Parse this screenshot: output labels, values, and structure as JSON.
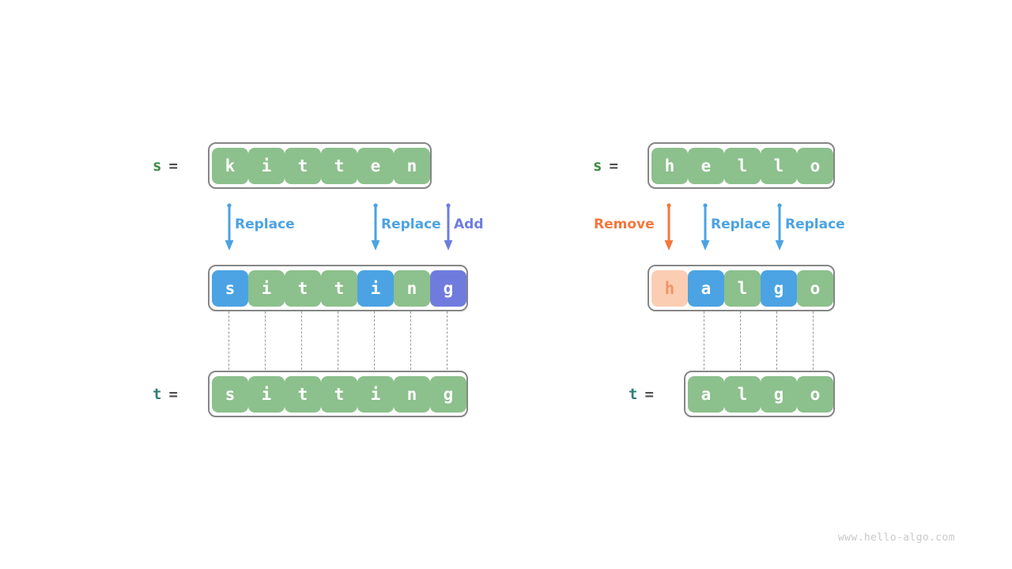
{
  "watermark": "www.hello-algo.com",
  "colors": {
    "green": "#8cc08c",
    "blue": "#4ba3e3",
    "purple": "#6f7cdd",
    "peach": "#fbcdb2",
    "peach_text": "#f4946a",
    "orange": "#f4763c",
    "box_border": "#868686",
    "s_label": "#3c8c40",
    "t_label": "#2f7f76",
    "equals": "#4d4d4d",
    "dash": "#9a9a9a",
    "watermark": "#c9c9c9",
    "background": "#ffffff"
  },
  "examples": [
    {
      "id": "kitten-sitting",
      "source": {
        "var_name": "s",
        "equals": "=",
        "value": "kitten",
        "cells": [
          {
            "char": "k",
            "color": "green"
          },
          {
            "char": "i",
            "color": "green"
          },
          {
            "char": "t",
            "color": "green"
          },
          {
            "char": "t",
            "color": "green"
          },
          {
            "char": "e",
            "color": "green"
          },
          {
            "char": "n",
            "color": "green"
          }
        ]
      },
      "operations": [
        {
          "label": "Replace",
          "type": "replace",
          "arrow_color": "#4ba3e3"
        },
        {
          "label": "Replace",
          "type": "replace",
          "arrow_color": "#4ba3e3"
        },
        {
          "label": "Add",
          "type": "add",
          "arrow_color": "#6f7cdd"
        }
      ],
      "result": {
        "value": "sitting",
        "cells": [
          {
            "char": "s",
            "color": "blue"
          },
          {
            "char": "i",
            "color": "green"
          },
          {
            "char": "t",
            "color": "green"
          },
          {
            "char": "t",
            "color": "green"
          },
          {
            "char": "i",
            "color": "blue"
          },
          {
            "char": "n",
            "color": "green"
          },
          {
            "char": "g",
            "color": "purple"
          }
        ]
      },
      "target": {
        "var_name": "t",
        "equals": "=",
        "value": "sitting",
        "cells": [
          {
            "char": "s",
            "color": "green"
          },
          {
            "char": "i",
            "color": "green"
          },
          {
            "char": "t",
            "color": "green"
          },
          {
            "char": "t",
            "color": "green"
          },
          {
            "char": "i",
            "color": "green"
          },
          {
            "char": "n",
            "color": "green"
          },
          {
            "char": "g",
            "color": "green"
          }
        ]
      }
    },
    {
      "id": "hello-algo",
      "source": {
        "var_name": "s",
        "equals": "=",
        "value": "hello",
        "cells": [
          {
            "char": "h",
            "color": "green"
          },
          {
            "char": "e",
            "color": "green"
          },
          {
            "char": "l",
            "color": "green"
          },
          {
            "char": "l",
            "color": "green"
          },
          {
            "char": "o",
            "color": "green"
          }
        ]
      },
      "operations": [
        {
          "label": "Remove",
          "type": "remove",
          "arrow_color": "#f4763c"
        },
        {
          "label": "Replace",
          "type": "replace",
          "arrow_color": "#4ba3e3"
        },
        {
          "label": "Replace",
          "type": "replace",
          "arrow_color": "#4ba3e3"
        }
      ],
      "result": {
        "value": "halgo",
        "cells": [
          {
            "char": "h",
            "color": "peach"
          },
          {
            "char": "a",
            "color": "blue"
          },
          {
            "char": "l",
            "color": "green"
          },
          {
            "char": "g",
            "color": "blue"
          },
          {
            "char": "o",
            "color": "green"
          }
        ]
      },
      "target": {
        "var_name": "t",
        "equals": "=",
        "value": "algo",
        "cells": [
          {
            "char": "a",
            "color": "green"
          },
          {
            "char": "l",
            "color": "green"
          },
          {
            "char": "g",
            "color": "green"
          },
          {
            "char": "o",
            "color": "green"
          }
        ]
      }
    }
  ]
}
